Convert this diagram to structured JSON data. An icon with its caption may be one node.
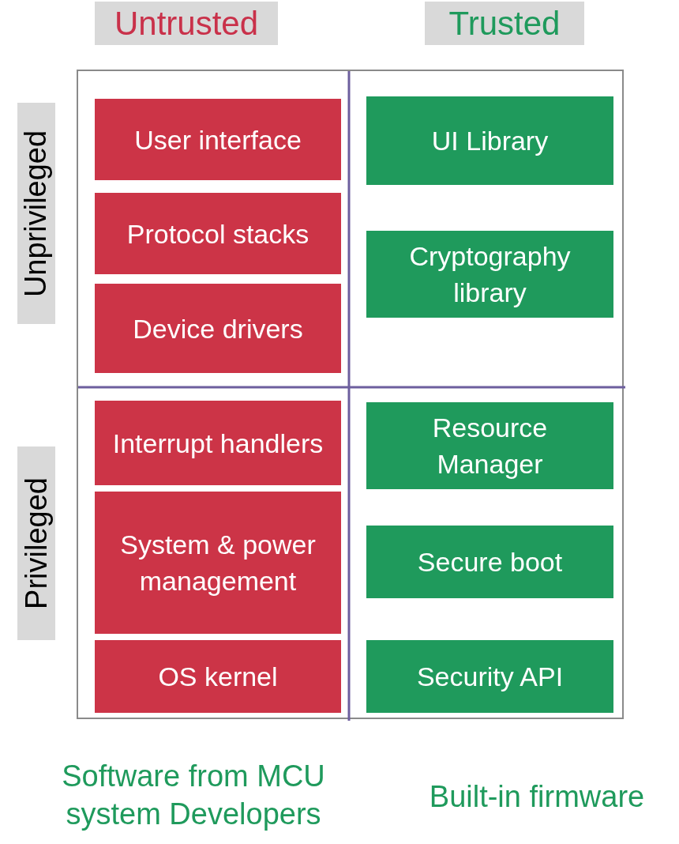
{
  "diagram": {
    "nodes": [
      {
        "text": [],
        "shape": "box"
      },
      {
        "text": [
          "Untrusted"
        ]
      },
      {
        "text": [
          "Trusted"
        ]
      },
      {
        "text": [
          "Unprivileged"
        ]
      },
      {
        "text": [
          "Privileged"
        ]
      },
      {
        "text": [
          "User interface"
        ],
        "in": 0
      },
      {
        "text": [
          "UI Library"
        ],
        "in": 0
      },
      {
        "text": [
          "Protocol stacks"
        ],
        "in": 0
      },
      {
        "text": [
          "Cryptography library"
        ],
        "in": 0
      },
      {
        "text": [
          "Device drivers"
        ],
        "in": 0
      },
      {
        "text": [
          "Interrupt handlers"
        ],
        "in": 0
      },
      {
        "text": [
          "Resource Manager"
        ],
        "in": 0
      },
      {
        "text": [
          "System & power management"
        ],
        "in": 0
      },
      {
        "text": [
          "Secure boot"
        ],
        "in": 0
      },
      {
        "text": [
          "OS kernel"
        ],
        "in": 0
      },
      {
        "text": [
          "Security API"
        ],
        "in": 0
      }
    ],
    "labels": [
      "Software from MCU system Developers",
      "Built-in firmware"
    ]
  }
}
